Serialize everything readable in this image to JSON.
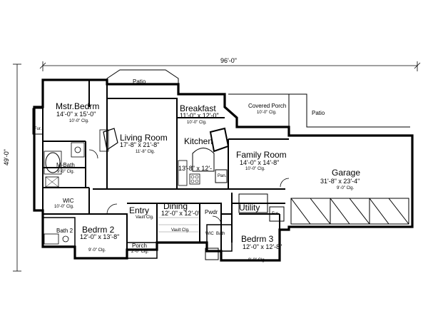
{
  "overall": {
    "width": "96'-0\"",
    "depth": "49'-0\""
  },
  "rooms": {
    "patio": {
      "name": "Patio"
    },
    "mstr_bedrm": {
      "name": "Mstr.Bedrm",
      "dims": "14'-0\" x 15'-0\"",
      "ceiling": "10'-0\" Clg."
    },
    "breakfast": {
      "name": "Breakfast",
      "dims": "11'-0\" x 12'-0\"",
      "ceiling": "10'-0\" Clg."
    },
    "covered_porch": {
      "name": "Covered Porch",
      "ceiling": "10'-0\" Clg."
    },
    "patio_right": {
      "name": "Patio"
    },
    "fur_left": {
      "name": "Fur."
    },
    "living_room": {
      "name": "Living Room",
      "dims": "17'-8\" x 21'-8\"",
      "ceiling": "11'-8\" Clg."
    },
    "kitchen": {
      "name": "Kitchen",
      "dims": "13'-8\" x 12'-",
      "ceiling": ""
    },
    "m_bath": {
      "name": "M-Bath",
      "ceiling": "9'-0\" Clg."
    },
    "family_room": {
      "name": "Family Room",
      "dims": "14'-0\" x 14'-8\"",
      "ceiling": "10'-0\" Clg."
    },
    "wic_master": {
      "name": "WIC",
      "ceiling": "10'-0\" Clg."
    },
    "pan": {
      "name": "Pan."
    },
    "garage": {
      "name": "Garage",
      "dims": "31'-8\" x 23'-4\"",
      "ceiling": "9'-0\" Clg."
    },
    "entry": {
      "name": "Entry",
      "note": "Vault Clg."
    },
    "dining": {
      "name": "Dining",
      "dims": "12'-0\" x 12'-0\"",
      "note": "Vault Clg."
    },
    "pwdr": {
      "name": "Pwdr"
    },
    "utility": {
      "name": "Utility"
    },
    "fur_right": {
      "name": "Fur."
    },
    "bedrm2": {
      "name": "Bedrm 2",
      "dims": "12'-0\" x 13'-8\"",
      "ceiling": "9'-0\" Clg."
    },
    "bath2": {
      "name": "Bath 2"
    },
    "wic_bed3": {
      "name": "WIC"
    },
    "bath3": {
      "name": "Bath"
    },
    "bedrm3": {
      "name": "Bedrm 3",
      "dims": "12'-0\" x 12'-8\"",
      "ceiling": "9'-0\" Clg."
    },
    "porch": {
      "name": "Porch",
      "ceiling": "2'-0\" Clg."
    }
  }
}
